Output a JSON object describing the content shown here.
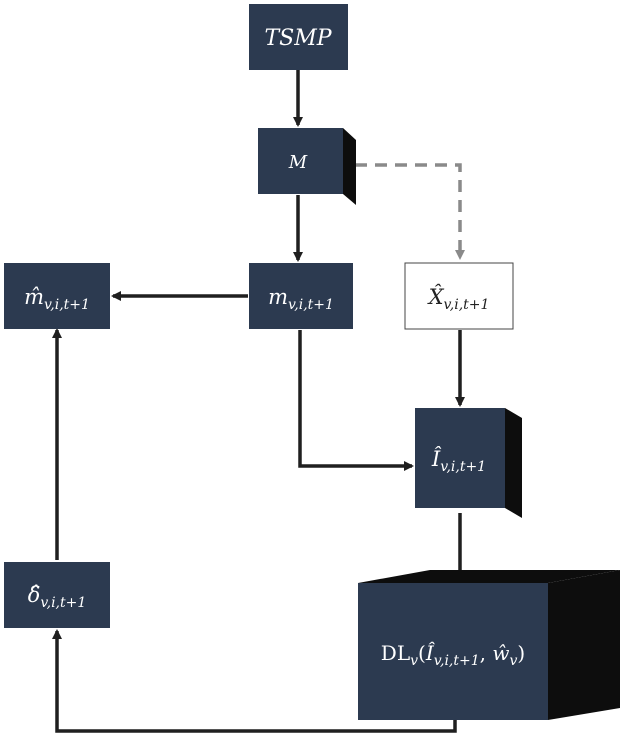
{
  "nodes": {
    "tsmp": {
      "label": "TSMP"
    },
    "m": {
      "label": "M"
    },
    "m_vit1": {
      "label": "m",
      "subscript": "v,i,t+1"
    },
    "m_hat_vit1": {
      "label": "m̂",
      "subscript": "v,i,t+1"
    },
    "x_hat_vit1": {
      "label": "X̂",
      "subscript": "v,i,t+1"
    },
    "i_hat_vit1": {
      "label": "Î",
      "subscript": "v,i,t+1"
    },
    "delta_hat_vit1": {
      "label": "δ̂",
      "subscript": "v,i,t+1"
    },
    "dl": {
      "prefix": "DL",
      "prefix_sub": "v",
      "open": "(",
      "arg1": "Î",
      "arg1_sub": "v,i,t+1",
      "comma": ", ",
      "arg2": "ŵ",
      "arg2_sub": "v",
      "close": ")"
    }
  },
  "colors": {
    "box_fill": "#2c3a50",
    "box_side": "#0d0d0d",
    "arrow": "#1f1f1f",
    "dashed_arrow": "#8a8a8a",
    "text_light": "#ffffff",
    "text_dark": "#222222"
  }
}
